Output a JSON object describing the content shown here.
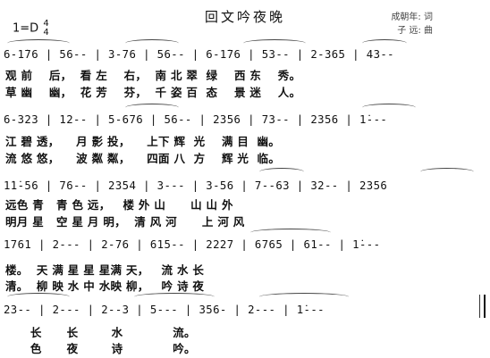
{
  "title": "回文吟夜晚",
  "key": "1=D",
  "time_top": "4",
  "time_bottom": "4",
  "lyricist": "成朝年: 词",
  "composer": "子  远: 曲",
  "systems": [
    {
      "notes": "6-1̇76 | 56-- | 3-76 | 56-- | 6-1̇76 | 53-- | 2-365 | 43--",
      "lyric1": "观 前    后，  看 左    右，  南 北 翠  绿    西 东    秀。",
      "lyric2": "草 幽    幽，  花 芳    芬，  千 姿 百  态    景 迷    人。"
    },
    {
      "notes": "6-323 | 12-- | 5-676 | 56-- | 2356 | 73-- | 2356 | 1̇---",
      "lyric1": "江 碧 透，    月 影 投，    上下 辉  光    满 目  幽。",
      "lyric2": "流 悠 悠，    波 粼 粼，    四面 八  方    辉 光  临。"
    },
    {
      "notes": "1̇1̇-56 | 76-- | 2354 | 3--- | 3-56 | 7--63 | 32-- | 2356",
      "lyric1": "远色 青   青 色 远，   楼 外 山      山 山 外",
      "lyric2": "明月 星   空 星 月 明，  清 风 河      上 河 风"
    },
    {
      "notes": "1761 | 2--- | 2-76 | 615-- | 2227 | 6765 | 61-- | 1̇---",
      "lyric1": "楼。  天 满 星 星 星满 天，   流 水 长",
      "lyric2": "清。  柳 映 水 中 水映 柳，   吟 诗 夜"
    },
    {
      "notes": "23-- | 2--- | 2--3 | 5--- | 356- | 2--- | 1̇---",
      "lyric1": "      长      长        水            流。",
      "lyric2": "      色      夜        诗            吟。"
    }
  ]
}
